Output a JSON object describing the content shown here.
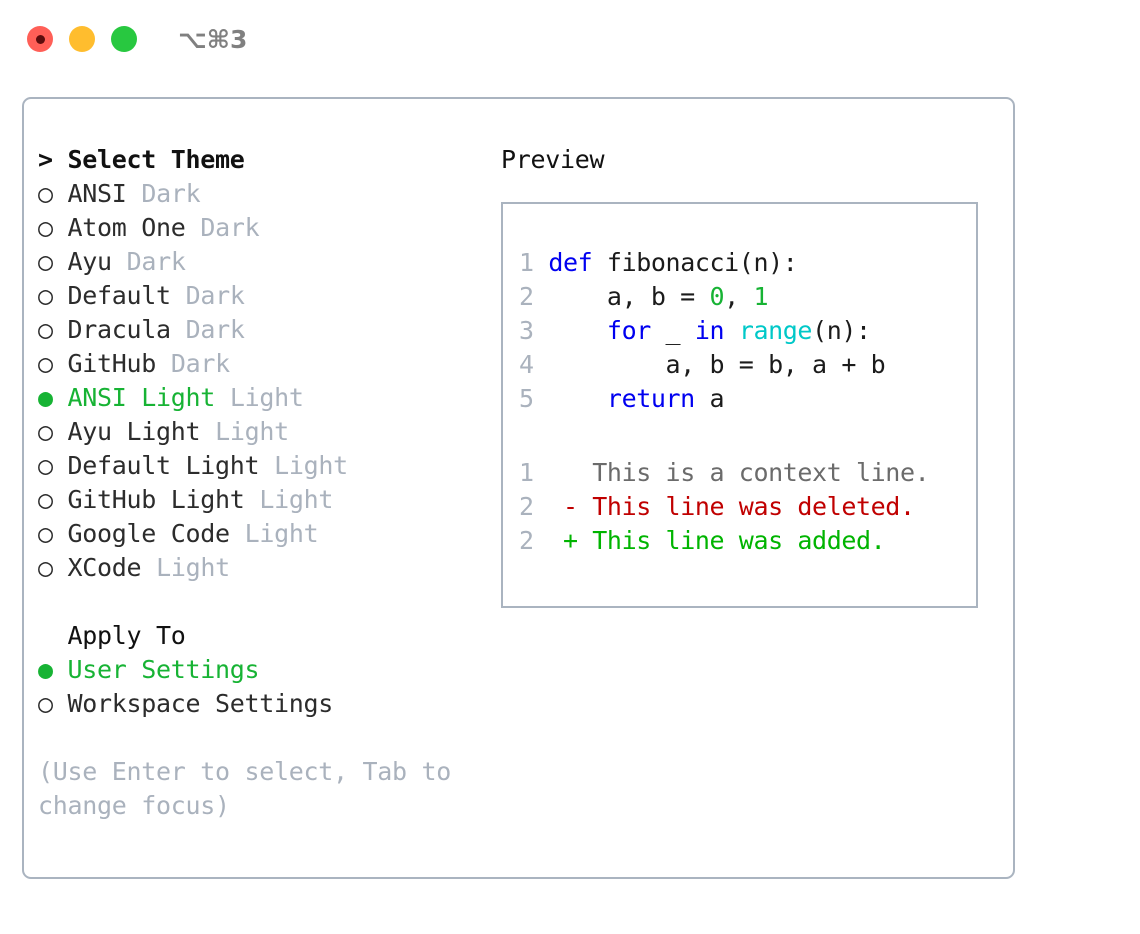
{
  "titlebar": {
    "lights": [
      {
        "name": "close-button",
        "color": "#ff5f57"
      },
      {
        "name": "minimize-button",
        "color": "#ffbd2e"
      },
      {
        "name": "maximize-button",
        "color": "#28c840"
      }
    ],
    "shortcut": "⌥⌘3"
  },
  "theme_picker": {
    "prompt": "> Select Theme",
    "bullet_selected": "●",
    "bullet_unselected": "○",
    "accent_color": "#17b334",
    "muted_color": "#aab2bd",
    "items": [
      {
        "bullet": "○",
        "label": "ANSI",
        "kind": "Dark",
        "selected": false
      },
      {
        "bullet": "○",
        "label": "Atom One",
        "kind": "Dark",
        "selected": false
      },
      {
        "bullet": "○",
        "label": "Ayu",
        "kind": "Dark",
        "selected": false
      },
      {
        "bullet": "○",
        "label": "Default",
        "kind": "Dark",
        "selected": false
      },
      {
        "bullet": "○",
        "label": "Dracula",
        "kind": "Dark",
        "selected": false
      },
      {
        "bullet": "○",
        "label": "GitHub",
        "kind": "Dark",
        "selected": false
      },
      {
        "bullet": "●",
        "label": "ANSI Light",
        "kind": "Light",
        "selected": true
      },
      {
        "bullet": "○",
        "label": "Ayu Light",
        "kind": "Light",
        "selected": false
      },
      {
        "bullet": "○",
        "label": "Default Light",
        "kind": "Light",
        "selected": false
      },
      {
        "bullet": "○",
        "label": "GitHub Light",
        "kind": "Light",
        "selected": false
      },
      {
        "bullet": "○",
        "label": "Google Code",
        "kind": "Light",
        "selected": false
      },
      {
        "bullet": "○",
        "label": "XCode",
        "kind": "Light",
        "selected": false
      }
    ]
  },
  "apply_to": {
    "heading": "Apply To",
    "items": [
      {
        "bullet": "●",
        "label": "User Settings",
        "selected": true
      },
      {
        "bullet": "○",
        "label": "Workspace Settings",
        "selected": false
      }
    ]
  },
  "hint": "(Use Enter to select, Tab to change focus)",
  "preview": {
    "title": "Preview",
    "code_lines": [
      {
        "no": "1",
        "tokens": [
          {
            "t": "def",
            "c": "kw"
          },
          {
            "t": " fibonacci(n):",
            "c": "pln"
          }
        ]
      },
      {
        "no": "2",
        "tokens": [
          {
            "t": "    a, b = ",
            "c": "pln"
          },
          {
            "t": "0",
            "c": "num"
          },
          {
            "t": ", ",
            "c": "pln"
          },
          {
            "t": "1",
            "c": "num"
          }
        ]
      },
      {
        "no": "3",
        "tokens": [
          {
            "t": "    ",
            "c": "pln"
          },
          {
            "t": "for",
            "c": "kw"
          },
          {
            "t": " _ ",
            "c": "pln"
          },
          {
            "t": "in",
            "c": "kw"
          },
          {
            "t": " ",
            "c": "pln"
          },
          {
            "t": "range",
            "c": "fn"
          },
          {
            "t": "(n):",
            "c": "pln"
          }
        ]
      },
      {
        "no": "4",
        "tokens": [
          {
            "t": "        a, b = b, a + b",
            "c": "pln"
          }
        ]
      },
      {
        "no": "5",
        "tokens": [
          {
            "t": "    ",
            "c": "pln"
          },
          {
            "t": "return",
            "c": "kw"
          },
          {
            "t": " a",
            "c": "pln"
          }
        ]
      }
    ],
    "diff_lines": [
      {
        "no": "1",
        "marker": " ",
        "text": "This is a context line.",
        "kind": "ctx"
      },
      {
        "no": "2",
        "marker": "-",
        "text": "This line was deleted.",
        "kind": "del"
      },
      {
        "no": "2",
        "marker": "+",
        "text": "This line was added.",
        "kind": "add"
      }
    ]
  }
}
